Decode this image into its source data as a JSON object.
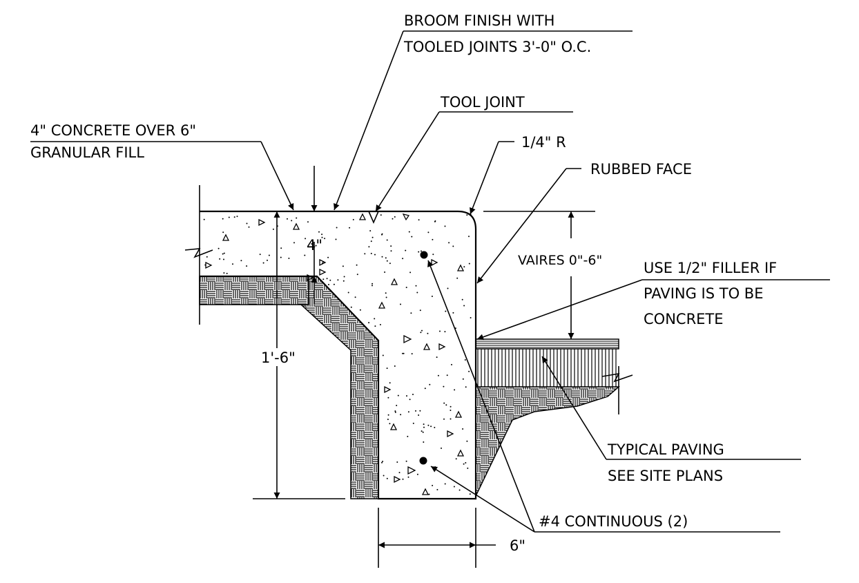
{
  "labels": {
    "broom_line1": "BROOM FINISH WITH",
    "broom_line2": "TOOLED JOINTS 3'-0\" O.C.",
    "tool_joint": "TOOL JOINT",
    "concrete_line1": "4\" CONCRETE OVER 6\"",
    "concrete_line2": "GRANULAR FILL",
    "radius": "1/4\" R",
    "rubbed_face": "RUBBED FACE",
    "varies": "VAIRES 0\"-6\"",
    "filler_line1": "USE 1/2\" FILLER IF",
    "filler_line2": "PAVING IS TO BE",
    "filler_line3": "CONCRETE",
    "typical_paving_line1": "TYPICAL PAVING",
    "typical_paving_line2": "SEE SITE PLANS",
    "rebar": "#4 CONTINUOUS (2)",
    "dim_4in": "4\"",
    "dim_1ft6in": "1'-6\"",
    "dim_6in": "6\""
  },
  "colors": {
    "ink": "#000000",
    "paper": "#ffffff"
  }
}
